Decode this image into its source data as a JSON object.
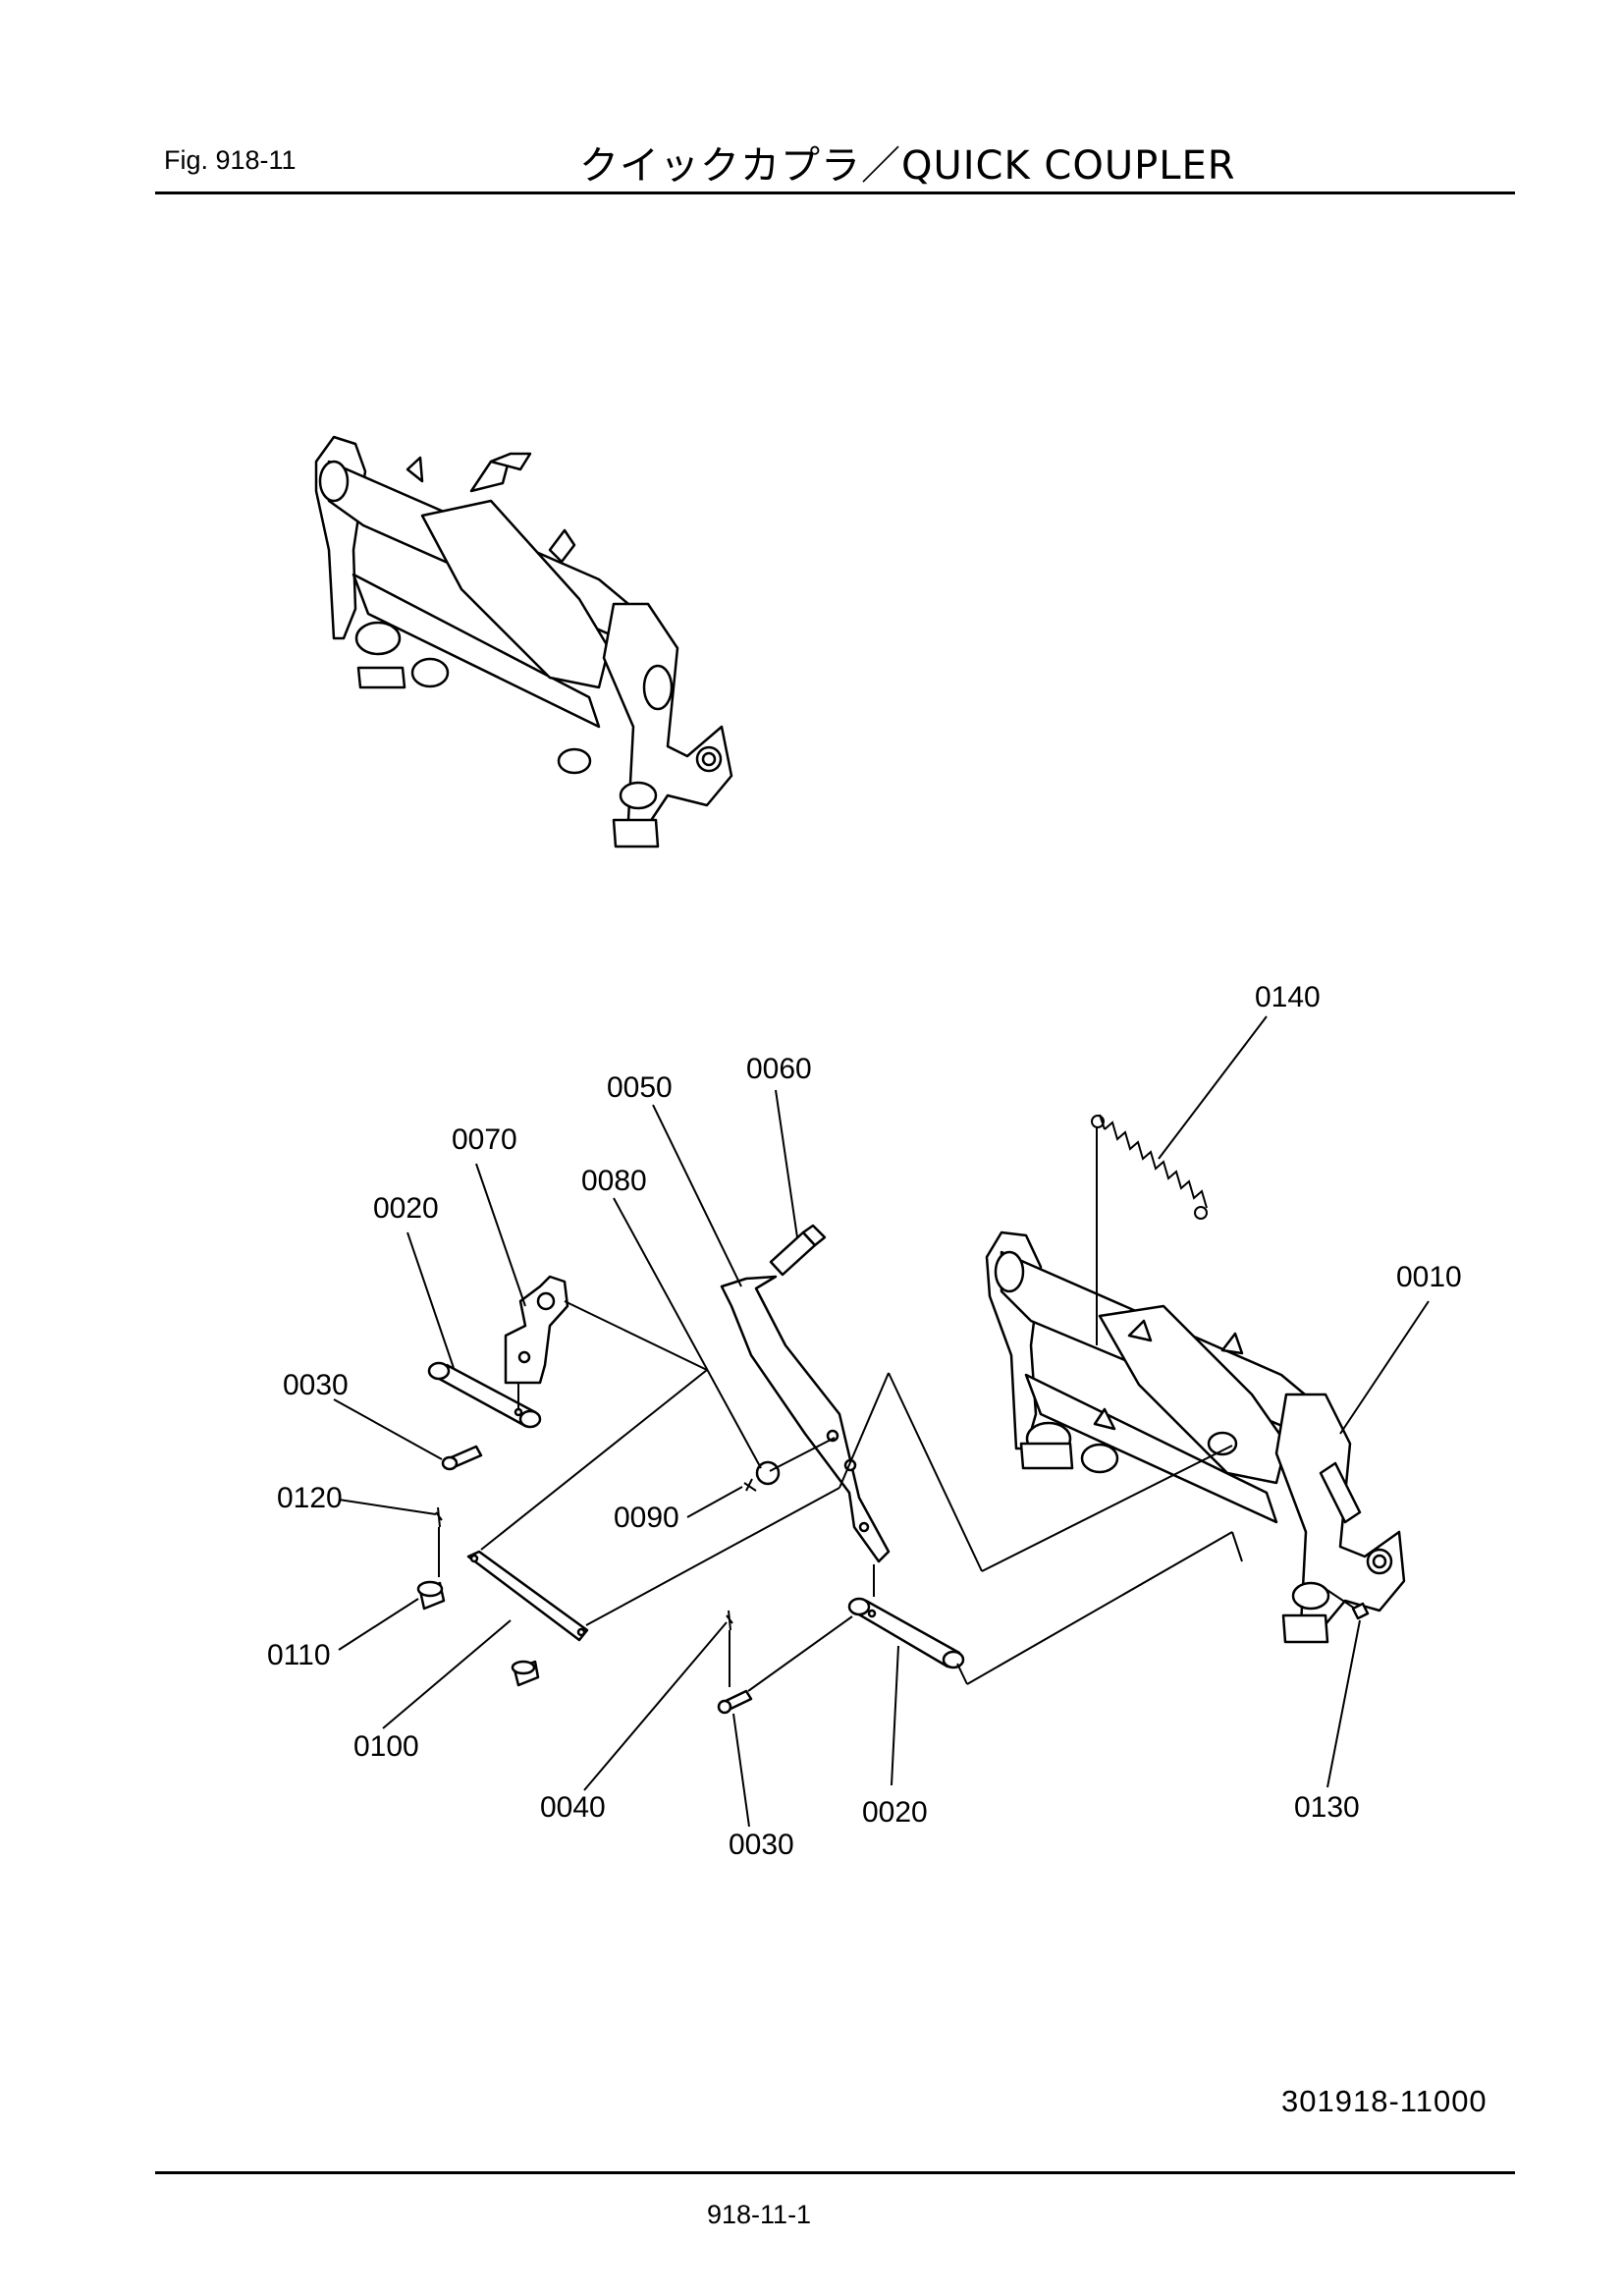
{
  "header": {
    "fig_label": "Fig.  918-11",
    "title": "クイックカプラ／QUICK  COUPLER"
  },
  "callouts": {
    "c0140": "0140",
    "c0060": "0060",
    "c0050": "0050",
    "c0070": "0070",
    "c0080": "0080",
    "c0020a": "0020",
    "c0010": "0010",
    "c0030a": "0030",
    "c0120": "0120",
    "c0090": "0090",
    "c0110": "0110",
    "c0100": "0100",
    "c0040": "0040",
    "c0030b": "0030",
    "c0020b": "0020",
    "c0130": "0130"
  },
  "footer": {
    "drawing_code": "301918-11000",
    "page_number": "918-11-1"
  }
}
